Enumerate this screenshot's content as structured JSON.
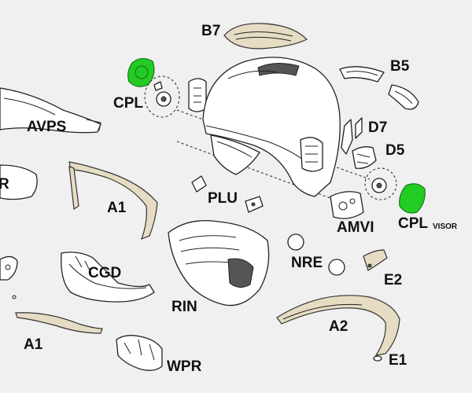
{
  "diagram": {
    "labels": {
      "b7": "B7",
      "b5": "B5",
      "cpl": "CPL",
      "avps": "AVPS",
      "d7": "D7",
      "d5": "D5",
      "r": "R",
      "a1_top": "A1",
      "plu": "PLU",
      "amvi": "AMVI",
      "cpl_visor_main": "CPL",
      "cpl_visor_sub": "VISOR",
      "cgd": "CGD",
      "nre": "NRE",
      "e2": "E2",
      "rin": "RIN",
      "a2": "A2",
      "a1_bottom": "A1",
      "e1": "E1",
      "wpr": "WPR"
    },
    "highlight_color": "#22cc22"
  }
}
